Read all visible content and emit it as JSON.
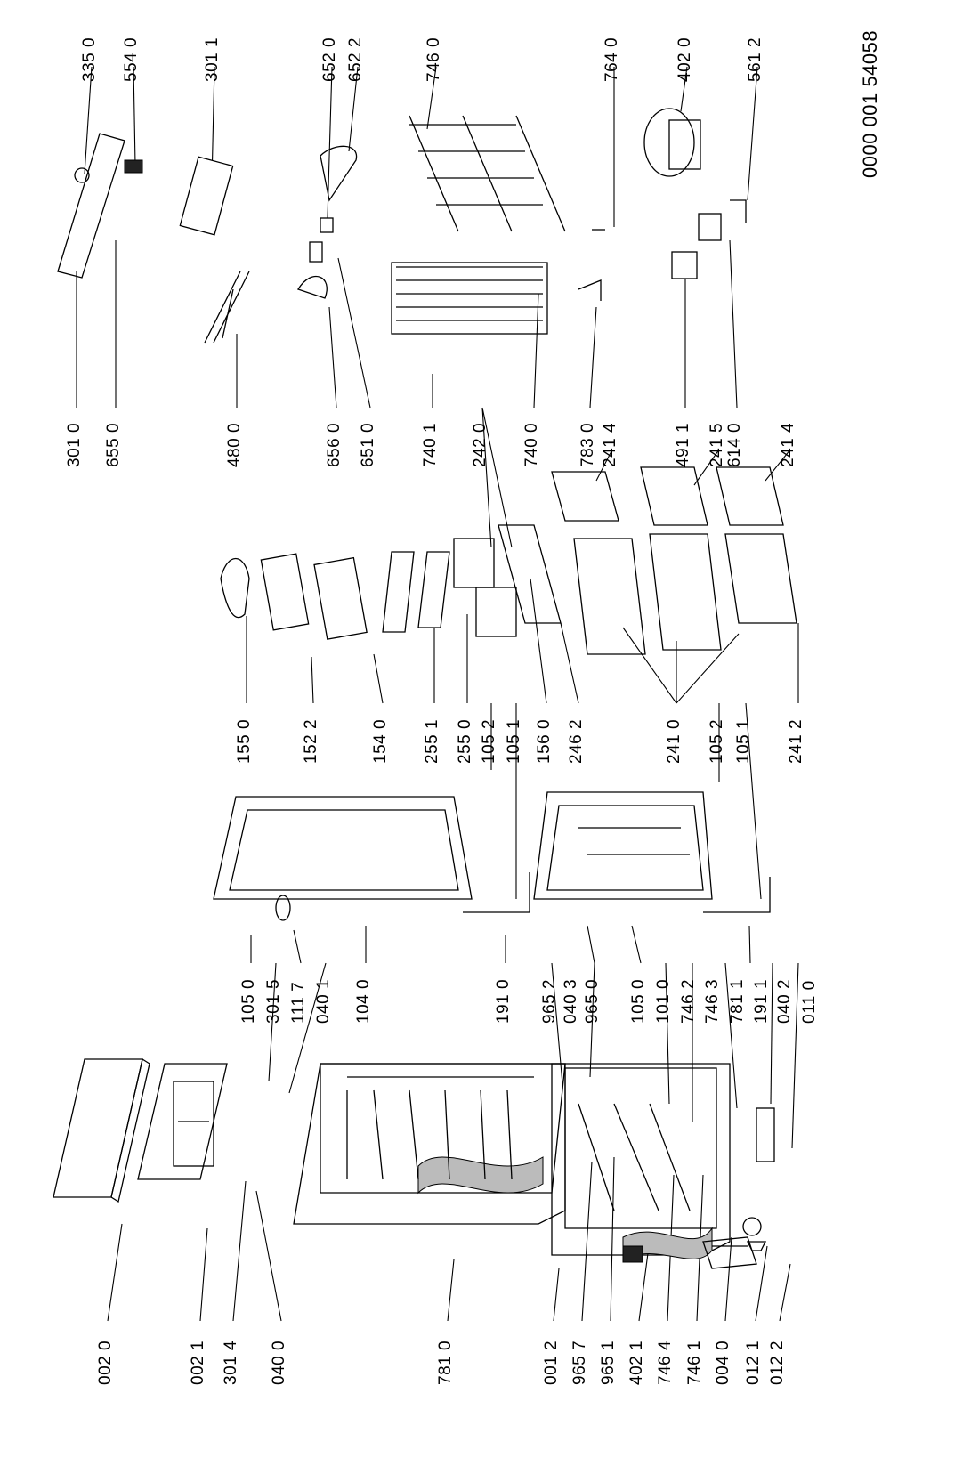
{
  "document_number": "0000 001 54058",
  "labels": [
    {
      "id": "l1",
      "text": "002 0"
    },
    {
      "id": "l2",
      "text": "002 1"
    },
    {
      "id": "l3",
      "text": "301 4"
    },
    {
      "id": "l4",
      "text": "040 0"
    },
    {
      "id": "l5",
      "text": "781 0"
    },
    {
      "id": "l6",
      "text": "001 2"
    },
    {
      "id": "l7",
      "text": "965 7"
    },
    {
      "id": "l8",
      "text": "965 1"
    },
    {
      "id": "l9",
      "text": "402 1"
    },
    {
      "id": "l10",
      "text": "746 4"
    },
    {
      "id": "l11",
      "text": "746 1"
    },
    {
      "id": "l12",
      "text": "004 0"
    },
    {
      "id": "l13",
      "text": "012 1"
    },
    {
      "id": "l14",
      "text": "012 2"
    },
    {
      "id": "l15",
      "text": "105 0"
    },
    {
      "id": "l16",
      "text": "301 5"
    },
    {
      "id": "l17",
      "text": "111 7"
    },
    {
      "id": "l18",
      "text": "040 1"
    },
    {
      "id": "l19",
      "text": "104 0"
    },
    {
      "id": "l20",
      "text": "191 0"
    },
    {
      "id": "l21",
      "text": "965 2"
    },
    {
      "id": "l22",
      "text": "040 3"
    },
    {
      "id": "l23",
      "text": "965 0"
    },
    {
      "id": "l24",
      "text": "105 0"
    },
    {
      "id": "l25",
      "text": "101 0"
    },
    {
      "id": "l26",
      "text": "746 2"
    },
    {
      "id": "l27",
      "text": "746 3"
    },
    {
      "id": "l28",
      "text": "781 1"
    },
    {
      "id": "l29",
      "text": "191 1"
    },
    {
      "id": "l30",
      "text": "040 2"
    },
    {
      "id": "l31",
      "text": "011 0"
    },
    {
      "id": "l32",
      "text": "155 0"
    },
    {
      "id": "l33",
      "text": "152 2"
    },
    {
      "id": "l34",
      "text": "154 0"
    },
    {
      "id": "l35",
      "text": "255 1"
    },
    {
      "id": "l36",
      "text": "255 0"
    },
    {
      "id": "l37",
      "text": "105 2"
    },
    {
      "id": "l38",
      "text": "105 1"
    },
    {
      "id": "l39",
      "text": "156 0"
    },
    {
      "id": "l40",
      "text": "246 2"
    },
    {
      "id": "l41",
      "text": "241 0"
    },
    {
      "id": "l42",
      "text": "105 2"
    },
    {
      "id": "l43",
      "text": "105 1"
    },
    {
      "id": "l44",
      "text": "241 2"
    },
    {
      "id": "l45",
      "text": "301 0"
    },
    {
      "id": "l46",
      "text": "655 0"
    },
    {
      "id": "l47",
      "text": "480 0"
    },
    {
      "id": "l48",
      "text": "656 0"
    },
    {
      "id": "l49",
      "text": "651 0"
    },
    {
      "id": "l50",
      "text": "740 1"
    },
    {
      "id": "l51",
      "text": "242 0"
    },
    {
      "id": "l52",
      "text": "740 0"
    },
    {
      "id": "l53",
      "text": "783 0"
    },
    {
      "id": "l54",
      "text": "241 4"
    },
    {
      "id": "l55",
      "text": "491 1"
    },
    {
      "id": "l56",
      "text": "241 5"
    },
    {
      "id": "l57",
      "text": "614 0"
    },
    {
      "id": "l58",
      "text": "241 4"
    },
    {
      "id": "l59",
      "text": "335 0"
    },
    {
      "id": "l60",
      "text": "554 0"
    },
    {
      "id": "l61",
      "text": "301 1"
    },
    {
      "id": "l62",
      "text": "652 0"
    },
    {
      "id": "l63",
      "text": "652 2"
    },
    {
      "id": "l64",
      "text": "746 0"
    },
    {
      "id": "l65",
      "text": "764 0"
    },
    {
      "id": "l66",
      "text": "402 0"
    },
    {
      "id": "l67",
      "text": "561 2"
    }
  ]
}
